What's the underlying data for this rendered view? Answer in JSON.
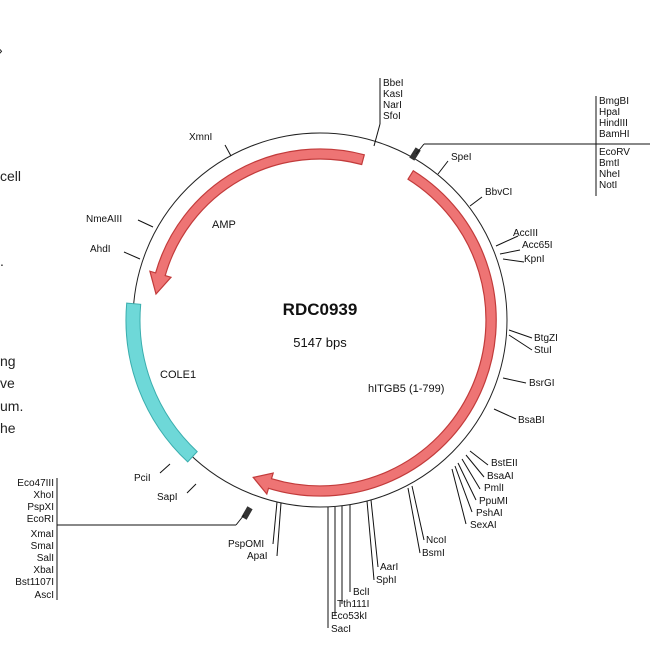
{
  "plasmid": {
    "name": "RDC0939",
    "size": "5147 bps"
  },
  "colors": {
    "arrow_fill": "#ee7474",
    "arrow_stroke": "#c23b3b",
    "ori_fill": "#6ed8d8",
    "ori_stroke": "#3aaeae"
  },
  "features": {
    "amp": "AMP",
    "cole1": "COLE1",
    "itgb5": "hITGB5 (1-799)"
  },
  "side_text": [
    "cell",
    ".",
    "ng",
    "ve",
    "um.",
    "he"
  ],
  "sites": {
    "bbeI": [
      "BbeI",
      "KasI",
      "NarI",
      "SfoI"
    ],
    "bmgBI": [
      "BmgBI",
      "HpaI",
      "HindIII",
      "BamHI",
      "EcoRV",
      "BmtI",
      "NheI",
      "NotI"
    ],
    "speI": "SpeI",
    "xmnI": "XmnI",
    "bbvCI": "BbvCI",
    "nmeAIII": "NmeAIII",
    "ahdI": "AhdI",
    "accIII": [
      "AccIII",
      "Acc65I",
      "KpnI"
    ],
    "btgZI": [
      "BtgZI",
      "StuI"
    ],
    "bsrGI": "BsrGI",
    "bsaBI": "BsaBI",
    "bstEII": [
      "BstEII",
      "BsaAI",
      "PmlI",
      "PpuMI",
      "PshAI",
      "SexAI"
    ],
    "ncoI": [
      "NcoI",
      "BsmI"
    ],
    "aarI": [
      "AarI",
      "SphI"
    ],
    "bclI": [
      "BclI",
      "Tth111I",
      "Eco53kI",
      "SacI"
    ],
    "pspOMI": [
      "PspOMI",
      "ApaI"
    ],
    "pciI": "PciI",
    "sapI": "SapI",
    "eco47III": [
      "Eco47III",
      "XhoI",
      "PspXI",
      "EcoRI",
      "XmaI",
      "SmaI",
      "SalI",
      "XbaI",
      "Bst1107I",
      "AscI"
    ]
  }
}
